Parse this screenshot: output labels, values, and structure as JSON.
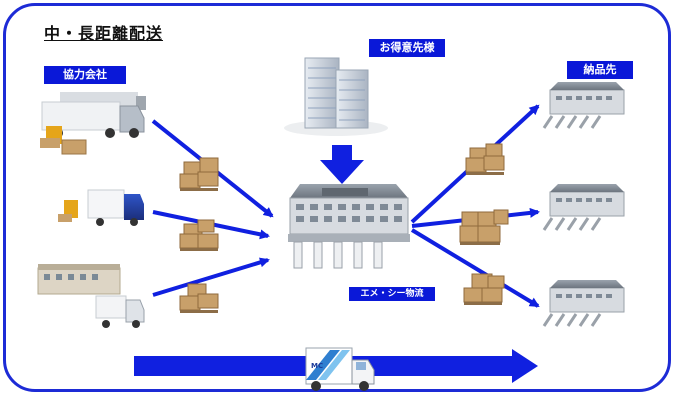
{
  "title": "中・長距離配送",
  "labels": {
    "partner": "協力会社",
    "client": "お得意先様",
    "delivery": "納品先",
    "center": "エメ・シー物流"
  },
  "truck_logo": "MC",
  "colors": {
    "frame": "#1d2bd6",
    "tag": "#0a18d8",
    "arrow": "#1020e0",
    "box": "#c8a06a"
  },
  "icons": [
    "partner-truck-icon",
    "partner-truck-icon",
    "partner-warehouse-icon",
    "office-building-icon",
    "distribution-center-icon",
    "delivery-warehouse-icon",
    "cardboard-box-icon",
    "delivery-truck-icon"
  ]
}
